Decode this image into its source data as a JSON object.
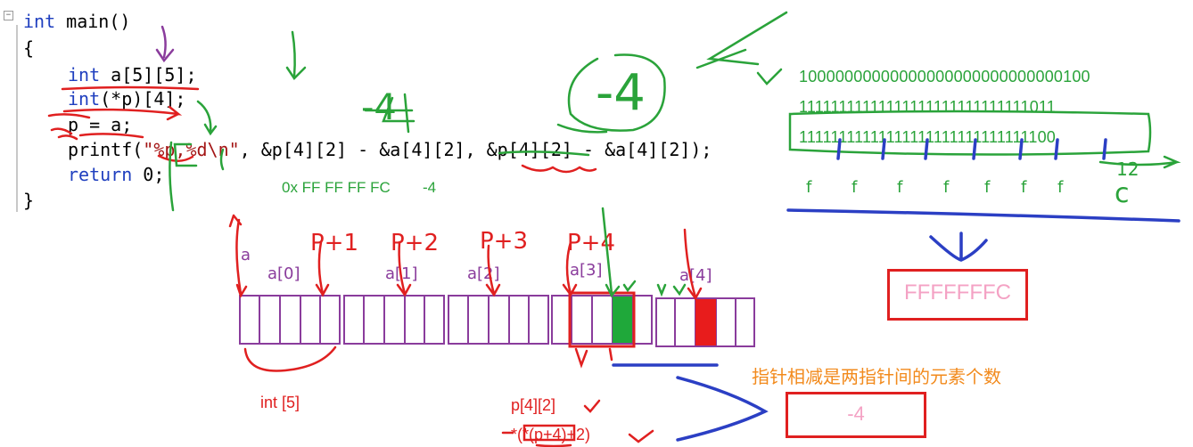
{
  "code": {
    "line1_kw": "int",
    "line1_rest": " main()",
    "line2": "{",
    "line3_kw": "int",
    "line3_rest": " a[5][5];",
    "line4_kw": "int",
    "line4_rest": "(*p)[4];",
    "line5": "p = a;",
    "line6_a": "printf(",
    "line6_str": "\"%p,%d\\n\"",
    "line6_b": ", &p[4][2] - &a[4][2], &p[4][2] - &a[4][2]);",
    "line7_kw": "return",
    "line7_rest": " 0;",
    "line8": "}"
  },
  "annotations": {
    "minus4_small": "-4",
    "minus4_big": "-4",
    "hex_result": "0x FF FF FF FC",
    "int_result": "-4",
    "binary_line1": "10000000000000000000000000000100",
    "binary_line2": "11111111111111111111111111111011",
    "binary_line3": "11111111111111111111111111111100",
    "hex_digits": [
      "f",
      "f",
      "f",
      "f",
      "f",
      "f",
      "f"
    ],
    "hex_last": "c",
    "twelve": "12",
    "hex_box": "FFFFFFFC",
    "pointer_labels": [
      "a",
      "P+1",
      "P+2",
      "P+3",
      "P+4"
    ],
    "row_labels": [
      "a[0]",
      "a[1]",
      "a[2]",
      "a[3]",
      "a[4]"
    ],
    "int5": "int [5]",
    "p42": "p[4][2]",
    "expr": "*(*(p+4)+2)",
    "chinese_note": "指针相减是两指针间的元素个数",
    "result_box": "-4"
  },
  "colors": {
    "code_keyword": "#1f3fbf",
    "green_ink": "#2aa33a",
    "red_ink": "#e02020",
    "purple_ink": "#8a3c9c",
    "blue_ink": "#2b3fc4",
    "orange_text": "#f28a1c",
    "pink_text": "#f4a2c4"
  }
}
